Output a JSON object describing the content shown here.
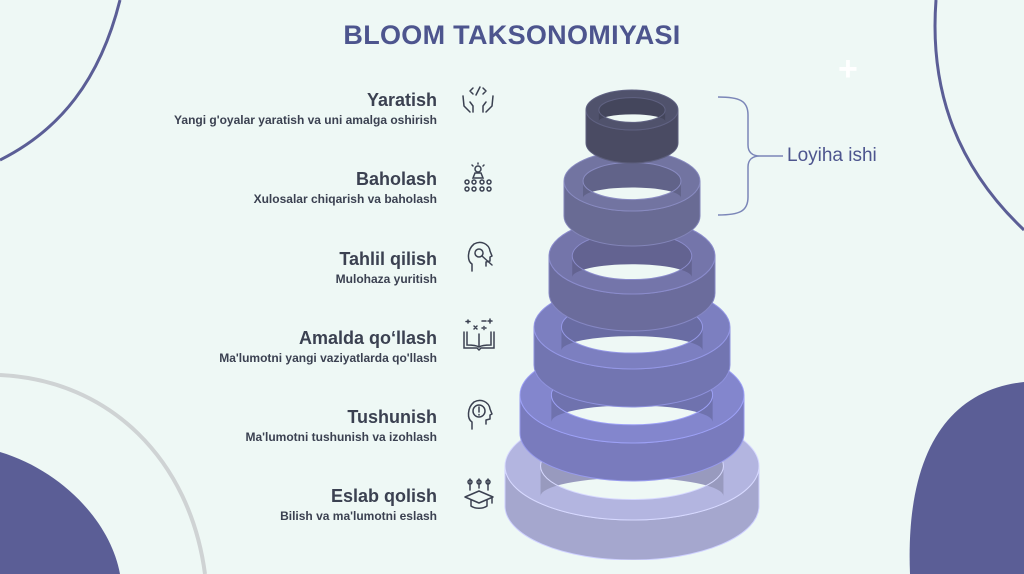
{
  "title": "BLOOM TAKSONOMIYASI",
  "levels": [
    {
      "name": "Yaratish",
      "desc": "Yangi g'oyalar yaratish va uni amalga oshirish",
      "icon": "hands-code-icon",
      "color": "#50526c"
    },
    {
      "name": "Baholash",
      "desc": "Xulosalar chiqarish va baholash",
      "icon": "evaluation-people-icon",
      "color": "#7274a1"
    },
    {
      "name": "Tahlil qilish",
      "desc": "Mulohaza yuritish",
      "icon": "head-magnifier-icon",
      "color": "#7475aa"
    },
    {
      "name": "Amalda qo‘llash",
      "desc": "Ma'lumotni yangi vaziyatlarda qo'llash",
      "icon": "book-math-icon",
      "color": "#7c7fc0"
    },
    {
      "name": "Tushunish",
      "desc": "Ma'lumotni tushunish va izohlash",
      "icon": "head-idea-icon",
      "color": "#8386cd"
    },
    {
      "name": "Eslab qolish",
      "desc": "Bilish va ma'lumotni eslash",
      "icon": "graduation-cap-icon",
      "color": "#b3b5e0"
    }
  ],
  "annotation": {
    "label": "Loyiha ishi",
    "color": "#4d558e"
  },
  "plus_symbol": "+",
  "colors": {
    "background": "#eef8f5",
    "accent": "#5b5e96",
    "text": "#3b4151"
  }
}
